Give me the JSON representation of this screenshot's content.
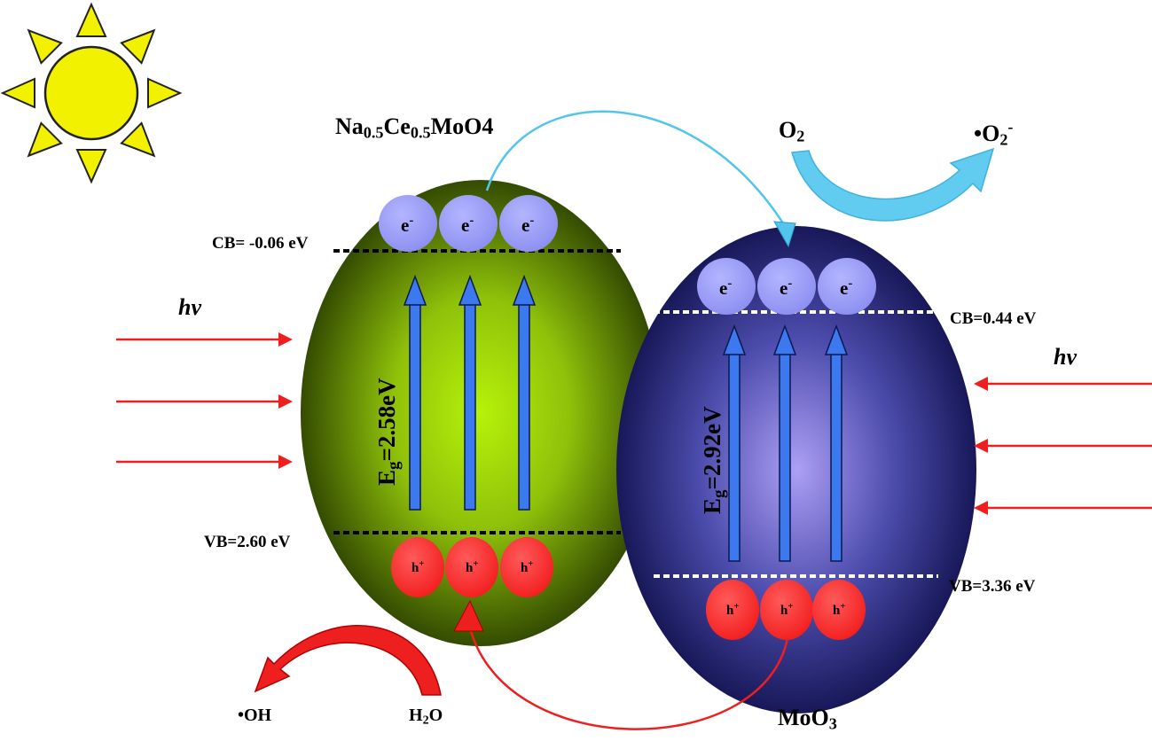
{
  "materials": {
    "left": {
      "name_parts": [
        "Na",
        "0.5",
        "Ce",
        "0.5",
        "MoO4"
      ],
      "name": "Na0.5Ce0.5MoO4"
    },
    "right": {
      "name_parts": [
        "MoO",
        "3"
      ],
      "name": "MoO3"
    }
  },
  "bands": {
    "left_cb": "CB= -0.06 eV",
    "left_vb": "VB=2.60 eV",
    "right_cb": "CB=0.44 eV",
    "right_vb": "VB=3.36 eV"
  },
  "band_gaps": {
    "left": {
      "prefix": "E",
      "sub": "g",
      "value": "=2.58eV"
    },
    "right": {
      "prefix": "E",
      "sub": "g",
      "value": "=2.92eV"
    }
  },
  "light_label": "hv",
  "carriers": {
    "electron": "e",
    "electron_sup": "-",
    "hole": "h",
    "hole_sup": "+"
  },
  "species": {
    "o2": {
      "base": "O",
      "sub": "2"
    },
    "superoxide": {
      "base": "•O",
      "sub": "2",
      "sup": "-"
    },
    "hydroxyl": "•OH",
    "water": {
      "base": "H",
      "sub": "2",
      "tail": "O"
    }
  },
  "colors": {
    "sun": "#f2f200",
    "left_particle_center": "#b6f20a",
    "left_particle_edge": "#223400",
    "right_particle_center": "#ad9ff5",
    "right_particle_edge": "#0c0c46",
    "electron": "#8c8ef0",
    "hole": "#f21d1d",
    "light_arrow": "#ee1f1f",
    "excitation_arrow": "#3c78ee",
    "transfer_arrow": "#52c4ee"
  }
}
